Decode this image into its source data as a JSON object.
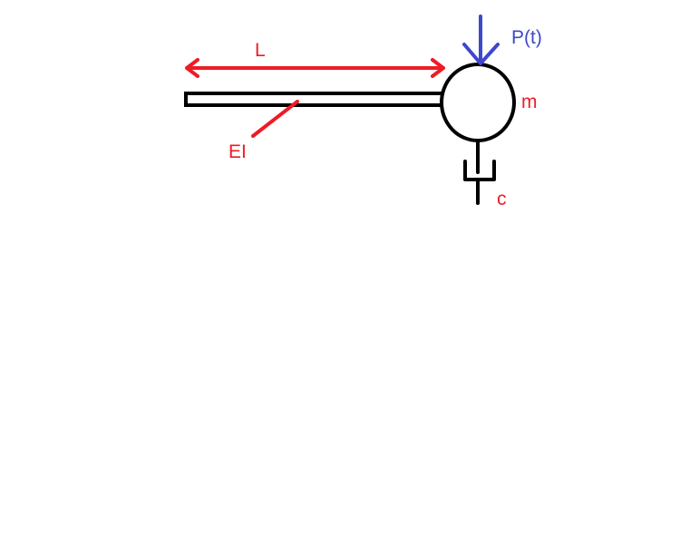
{
  "labels": {
    "length": "L",
    "stiffness": "EI",
    "mass": "m",
    "damping": "c",
    "load": "P(t)"
  },
  "colors": {
    "structure": "#000000",
    "annotation": "#ee1c24",
    "load": "#3f48cc",
    "background": "#ffffff"
  }
}
